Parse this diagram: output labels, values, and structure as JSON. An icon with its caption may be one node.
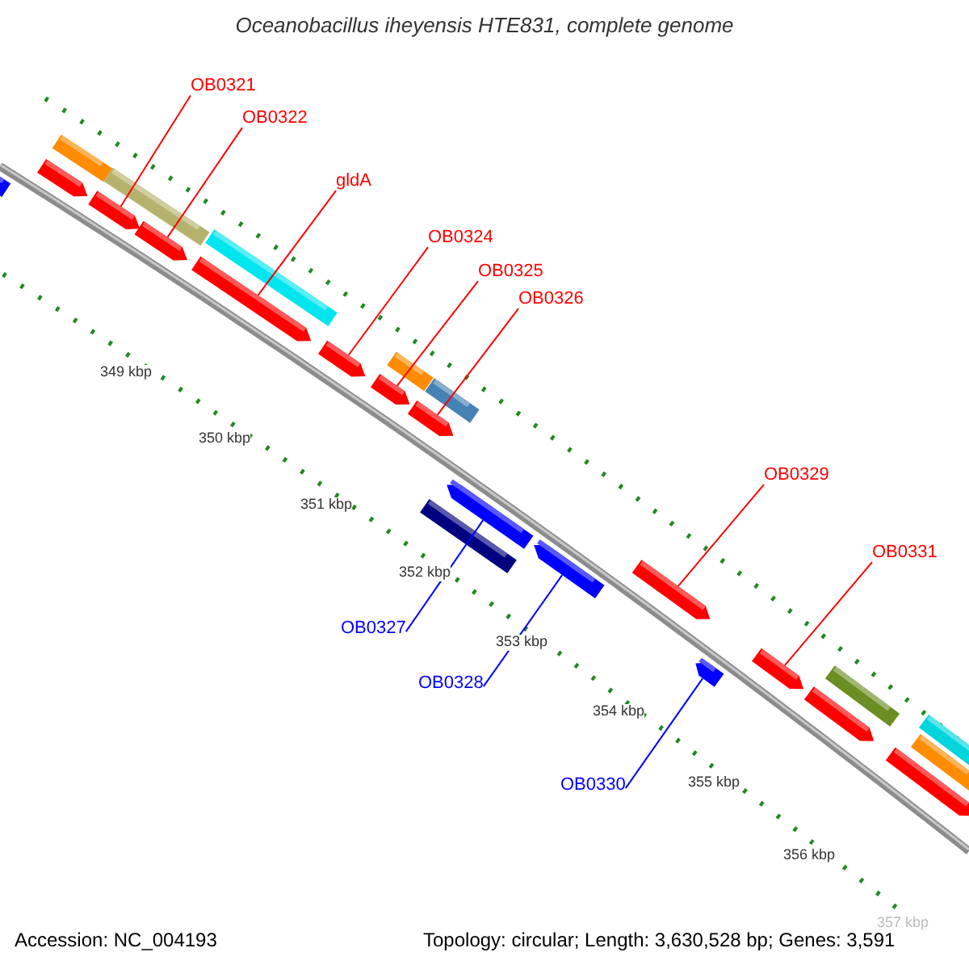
{
  "diagram": {
    "title": "Oceanobacillus iheyensis HTE831, complete genome",
    "nodes": [
      {
        "text": [
          "OB0321"
        ]
      },
      {
        "text": [
          "OB0322"
        ]
      },
      {
        "text": [
          "gldA"
        ]
      },
      {
        "text": [
          "OB0324"
        ]
      },
      {
        "text": [
          "OB0325"
        ]
      },
      {
        "text": [
          "OB0326"
        ]
      },
      {
        "text": [
          "OB0329"
        ]
      },
      {
        "text": [
          "OB0331"
        ]
      },
      {
        "text": [
          "OB0327"
        ]
      },
      {
        "text": [
          "OB0328"
        ]
      },
      {
        "text": [
          "OB0330"
        ]
      },
      {
        "text": [],
        "shape": "arrow"
      },
      {
        "text": [],
        "shape": "arrow"
      },
      {
        "text": [],
        "shape": "arrow"
      },
      {
        "text": [],
        "shape": "arrow"
      },
      {
        "text": [],
        "shape": "arrow"
      },
      {
        "text": [],
        "shape": "arrow"
      },
      {
        "text": [],
        "shape": "arrow"
      },
      {
        "text": [],
        "shape": "arrow"
      },
      {
        "text": [],
        "shape": "arrow"
      },
      {
        "text": [],
        "shape": "arrow"
      },
      {
        "text": [],
        "shape": "arrow"
      },
      {
        "text": [],
        "shape": "arrow"
      },
      {
        "text": [],
        "shape": "arrow"
      },
      {
        "text": [],
        "shape": "arrow"
      },
      {
        "text": [],
        "shape": "arrow"
      }
    ],
    "edges": [
      {
        "from": 0,
        "to": 13,
        "arrow": "none"
      },
      {
        "from": 1,
        "to": 14,
        "arrow": "none"
      },
      {
        "from": 2,
        "to": 15,
        "arrow": "none"
      },
      {
        "from": 3,
        "to": 16,
        "arrow": "none"
      },
      {
        "from": 4,
        "to": 17,
        "arrow": "none"
      },
      {
        "from": 5,
        "to": 18,
        "arrow": "none"
      },
      {
        "from": 6,
        "to": 21,
        "arrow": "none"
      },
      {
        "from": 7,
        "to": 23,
        "arrow": "none"
      },
      {
        "from": 8,
        "to": 19,
        "arrow": "none",
        "color": "#0000ff"
      },
      {
        "from": 9,
        "to": 20,
        "arrow": "none",
        "color": "#0000ff"
      },
      {
        "from": 10,
        "to": 22,
        "arrow": "none",
        "color": "#0000ff"
      }
    ],
    "labels": [
      "349 kbp",
      "350 kbp",
      "351 kbp",
      "352 kbp",
      "353 kbp",
      "354 kbp",
      "355 kbp",
      "356 kbp",
      "357 kbp",
      "Accession: NC_004193",
      "Topology: circular; Length: 3,630,528 bp; Genes: 3,591"
    ]
  }
}
